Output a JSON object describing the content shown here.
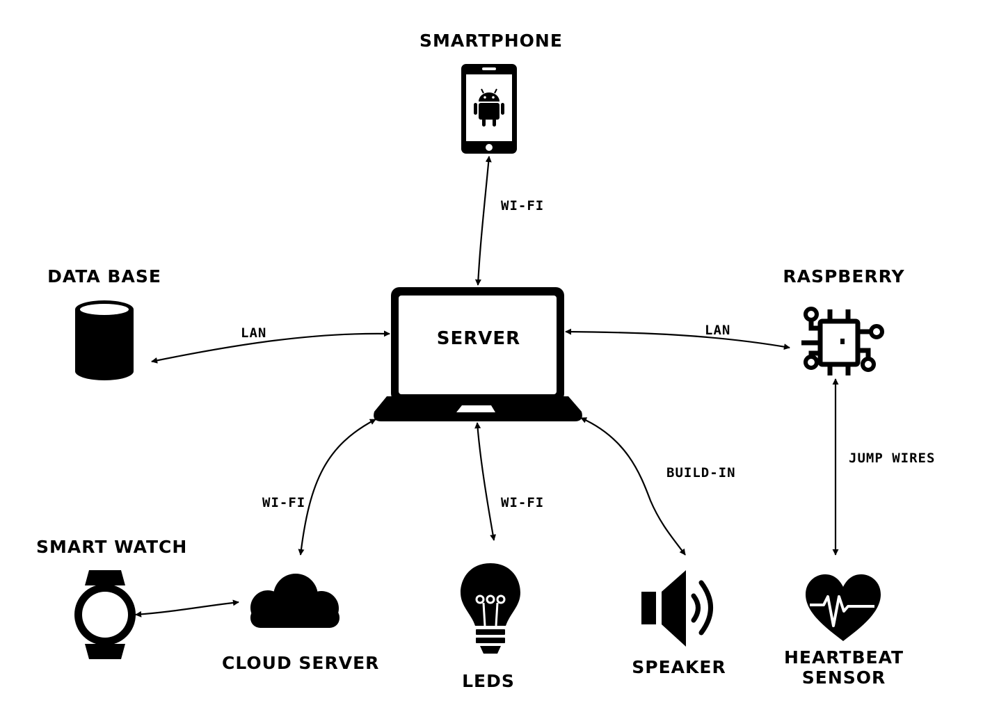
{
  "nodes": {
    "smartphone": "SMARTPHONE",
    "server": "SERVER",
    "database": "DATA BASE",
    "raspberry": "RASPBERRY",
    "smart_watch": "SMART WATCH",
    "cloud_server": "CLOUD SERVER",
    "leds": "LEDS",
    "speaker": "SPEAKER",
    "heartbeat_line1": "HEARTBEAT",
    "heartbeat_line2": "SENSOR"
  },
  "edges": {
    "phone_server": "WI-FI",
    "db_server": "LAN",
    "server_raspberry": "LAN",
    "server_cloud": "WI-FI",
    "server_leds": "WI-FI",
    "server_speaker": "BUILD-IN",
    "raspberry_heartbeat": "JUMP WIRES"
  },
  "icons": {
    "smartphone": "android-smartphone-icon",
    "server": "laptop-icon",
    "database": "database-cylinder-icon",
    "raspberry": "circuit-chip-icon",
    "smart_watch": "smartwatch-icon",
    "cloud_server": "cloud-icon",
    "leds": "lightbulb-icon",
    "speaker": "speaker-icon",
    "heartbeat": "heartbeat-icon"
  },
  "colors": {
    "foreground": "#000000",
    "background": "#ffffff"
  }
}
